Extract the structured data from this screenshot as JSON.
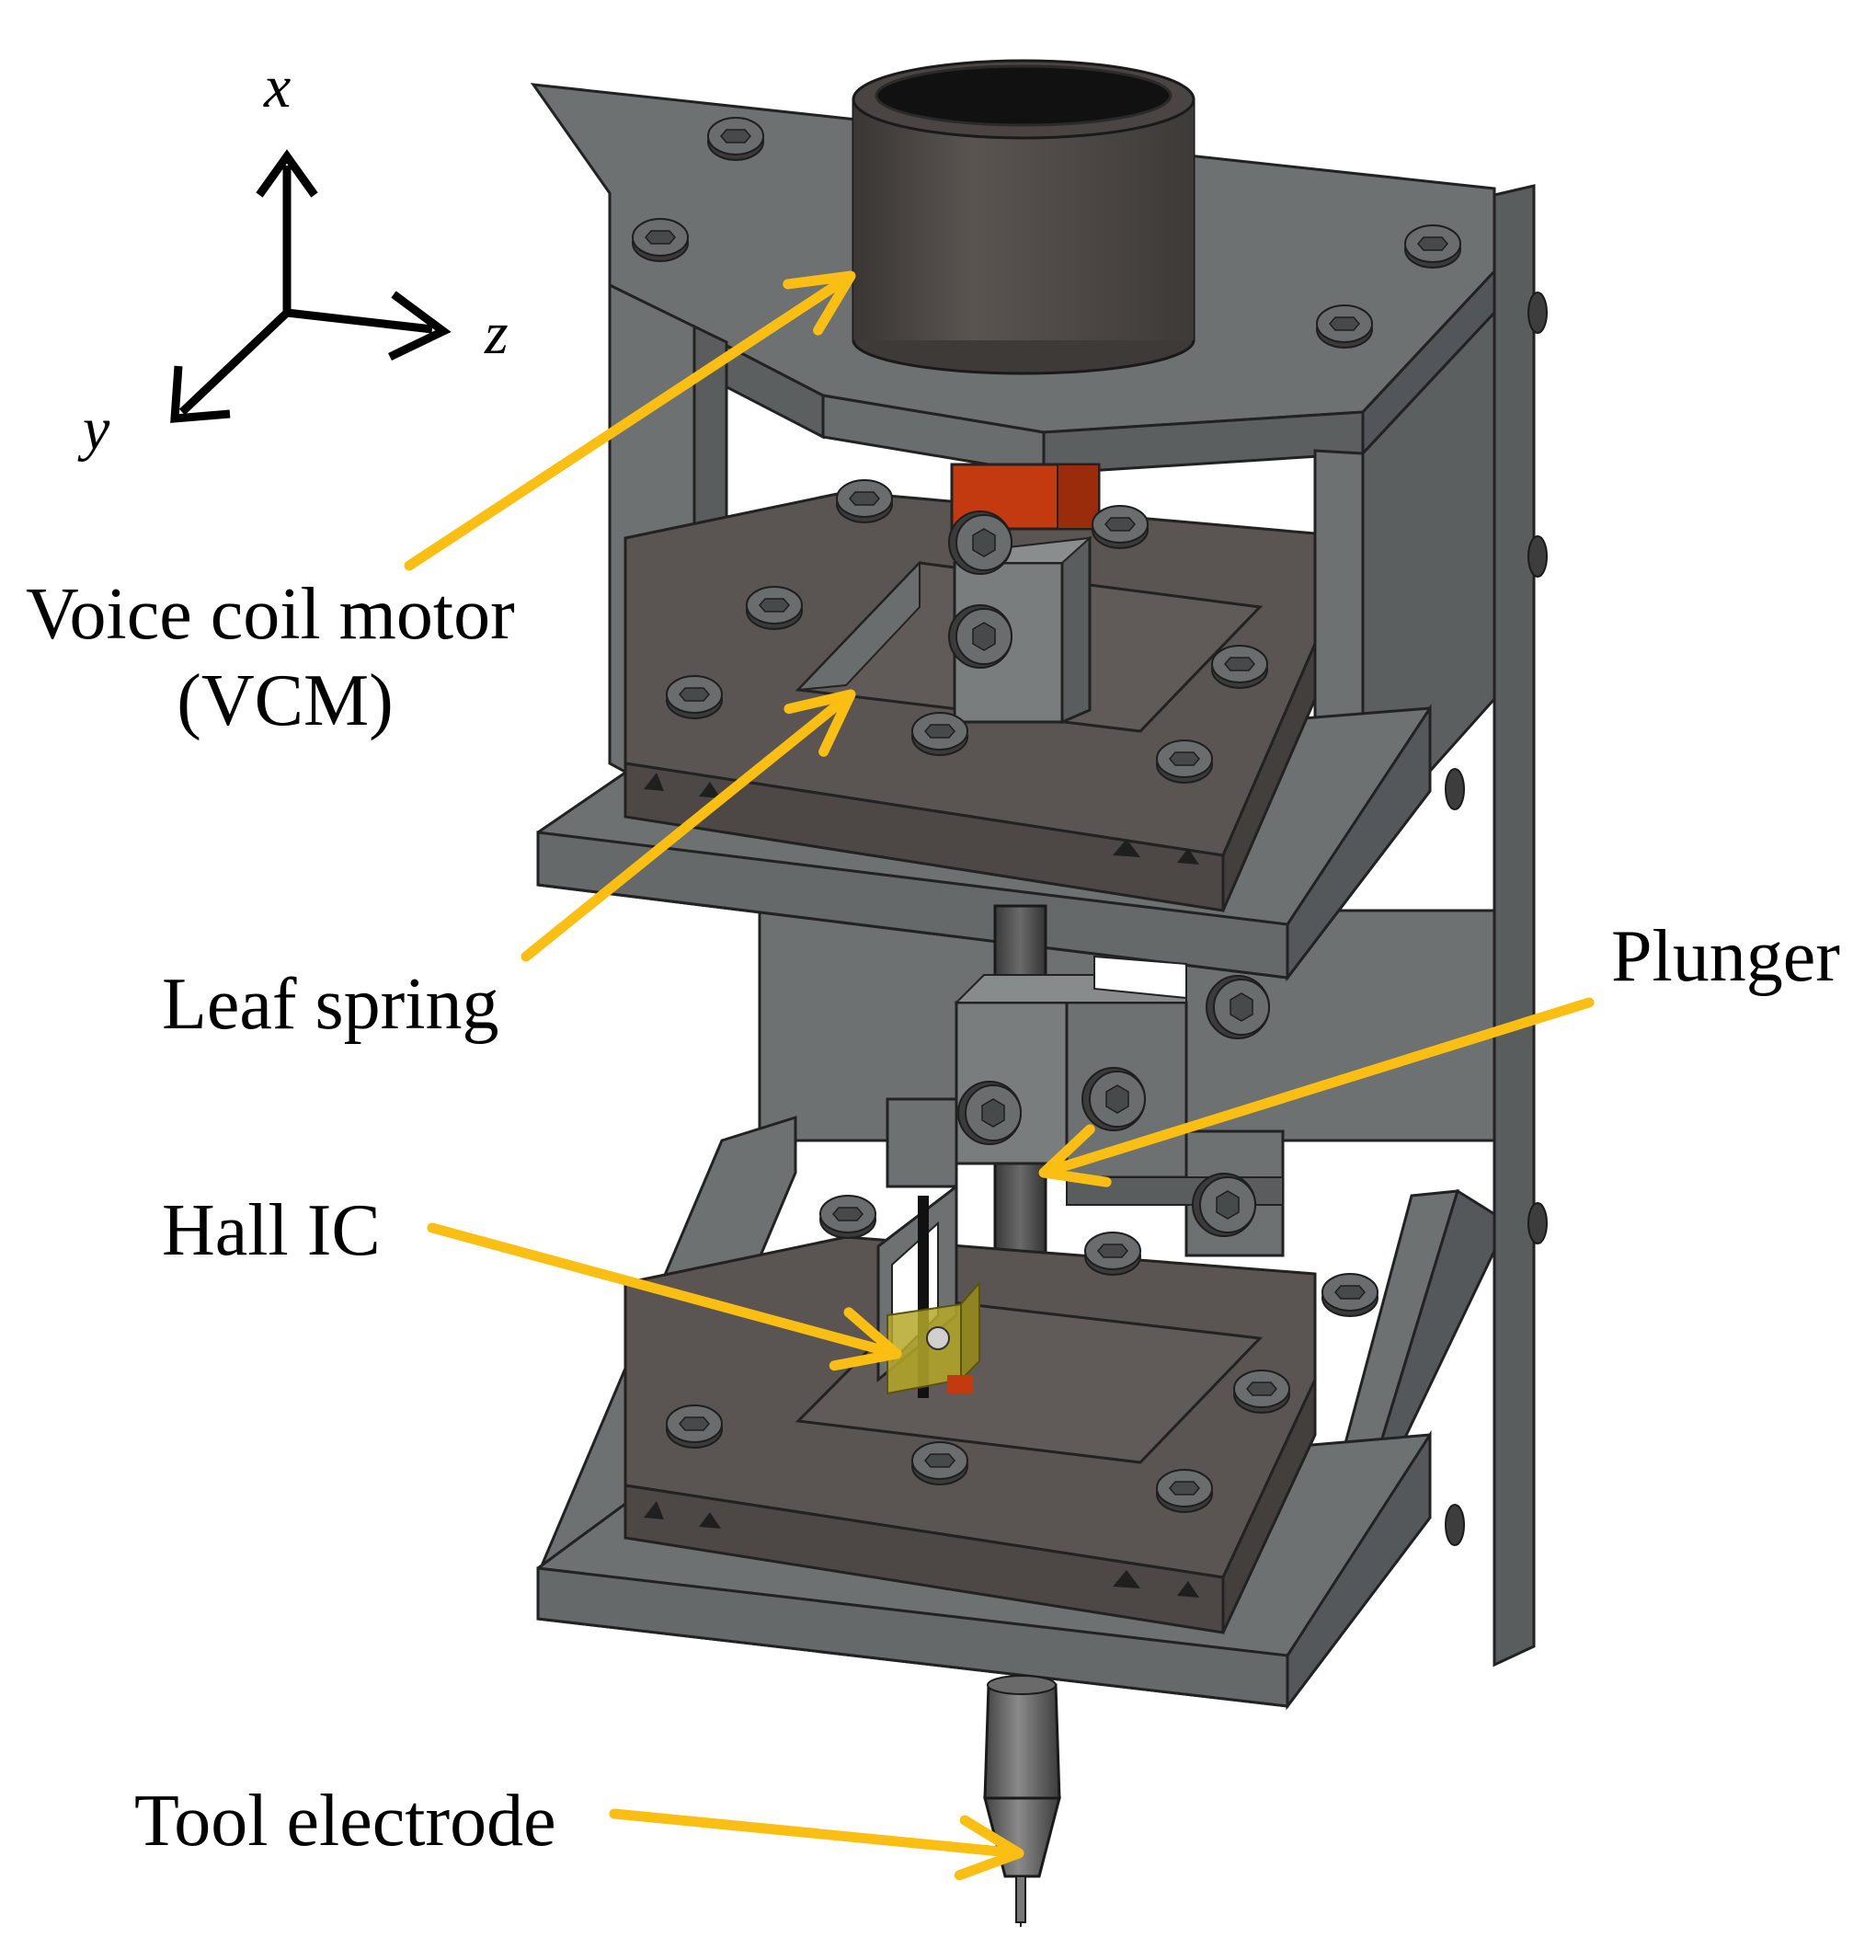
{
  "axes": {
    "x": "x",
    "y": "y",
    "z": "z"
  },
  "labels": {
    "vcm_line1": "Voice coil motor",
    "vcm_line2": "(VCM)",
    "leaf_spring": "Leaf spring",
    "plunger": "Plunger",
    "hall_ic": "Hall IC",
    "tool_electrode": "Tool electrode"
  },
  "colors": {
    "arrow": "#FBBE12",
    "body": "#6E7172",
    "body_dark": "#5A5D5E",
    "edge": "#2A2A2A",
    "plate_brown": "#5A5552",
    "vcm": "#4A4542",
    "coupler": "#C43A10",
    "hall": "#B5A828"
  }
}
